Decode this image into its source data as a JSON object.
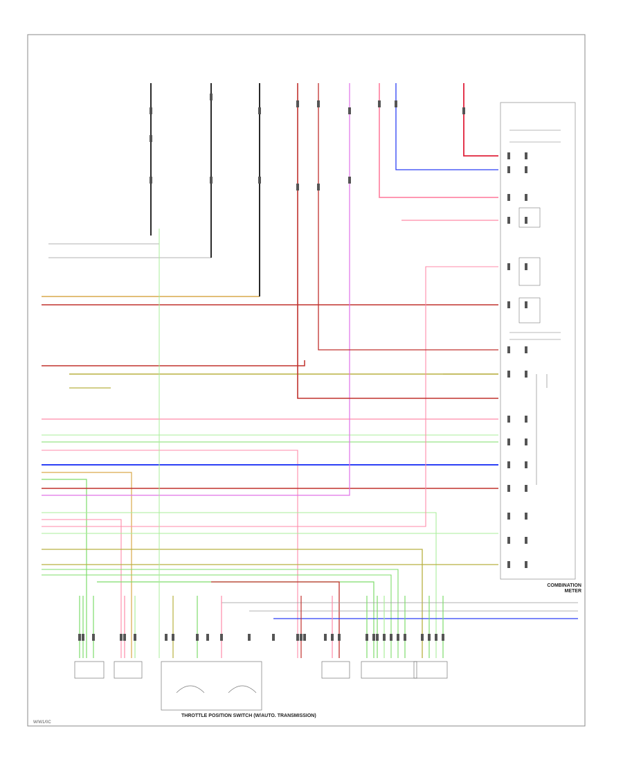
{
  "diagram": {
    "footer_id": "W/W1/0C",
    "colors": {
      "black": "#111111",
      "gray": "#999999",
      "red": "#e0203a",
      "pink": "#ff8aa8",
      "green": "#7ddc6a",
      "lightgreen": "#a9ee9a",
      "blue": "#2b3ff5",
      "violet": "#e070e8",
      "tan": "#d9a94a",
      "olive": "#b8b040",
      "darkred": "#c0302c"
    },
    "bottom_labels": {
      "tps": "THROTTLE POSITION SWITCH (W/AUTO. TRANSMISSION)",
      "combination_meter": "COMBINATION METER"
    }
  }
}
